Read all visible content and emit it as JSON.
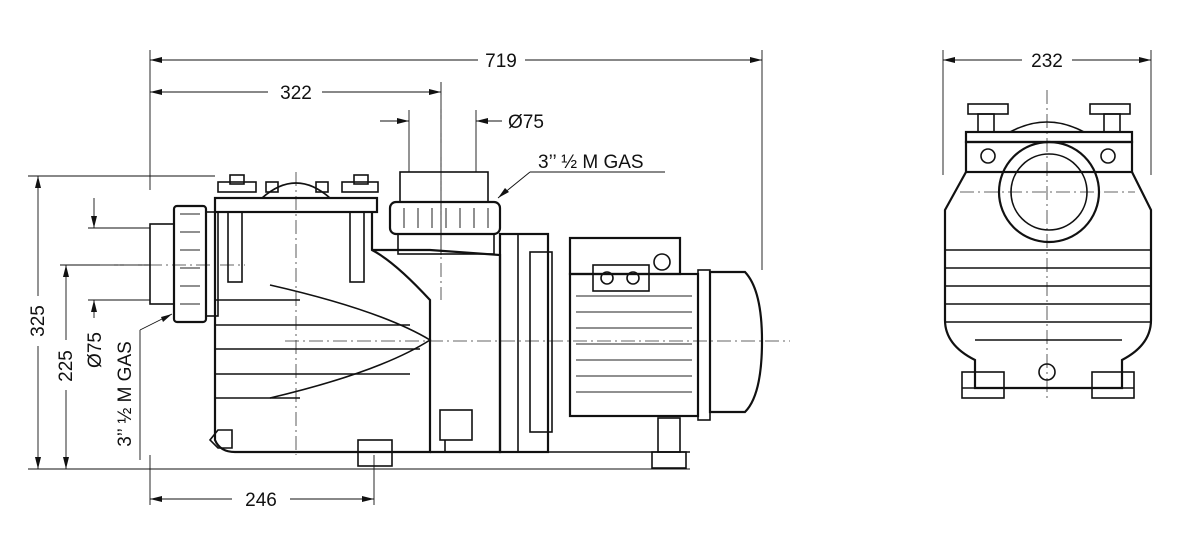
{
  "drawing": {
    "side_view": {
      "overall_length": "719",
      "suction_axis_to_outlet_axis": "322",
      "outlet_diameter": "Ø75",
      "outlet_thread": "3’’ ½ M GAS",
      "base_length": "246",
      "overall_height": "325",
      "suction_axis_height": "225",
      "suction_diameter": "Ø75",
      "suction_thread": "3’’ ½ M GAS"
    },
    "front_view": {
      "overall_width": "232"
    }
  }
}
